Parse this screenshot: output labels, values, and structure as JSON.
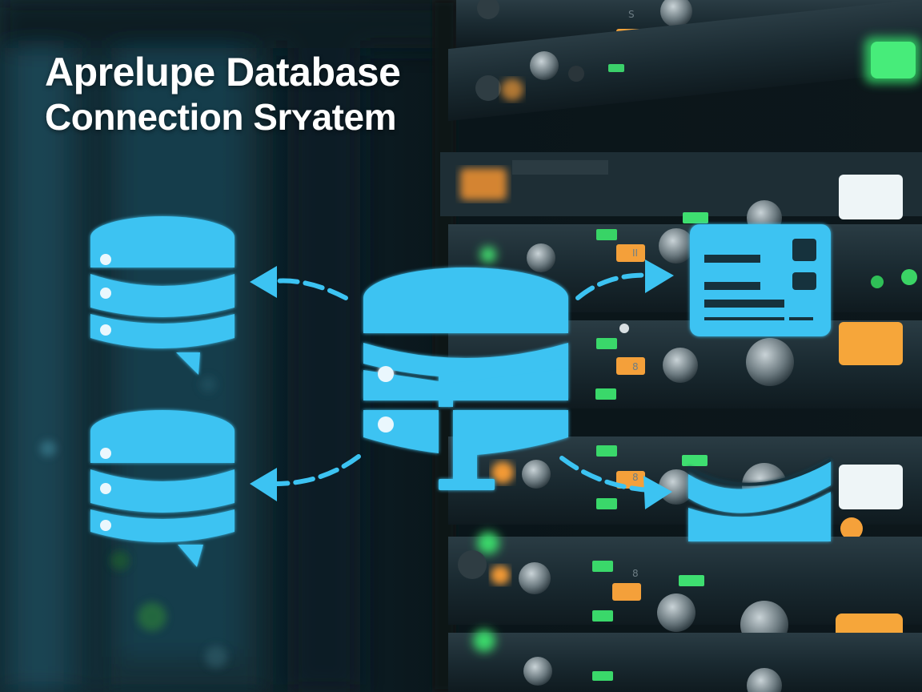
{
  "title": {
    "line1": "Aprelupe Database",
    "line2": "Connection Srʏatem"
  },
  "rack_labels": [
    "S",
    "II",
    "8",
    "8",
    "8"
  ],
  "colors": {
    "icon": "#3cc3f2",
    "led_green": "#34e06a",
    "led_orange": "#f6a13a",
    "led_white": "#e8f2f6",
    "rack_dark": "#15252c",
    "background": "#0b1418"
  },
  "icons": [
    "database-icon",
    "dashboard-window-icon",
    "chart-trend-icon",
    "arrow-icon"
  ]
}
